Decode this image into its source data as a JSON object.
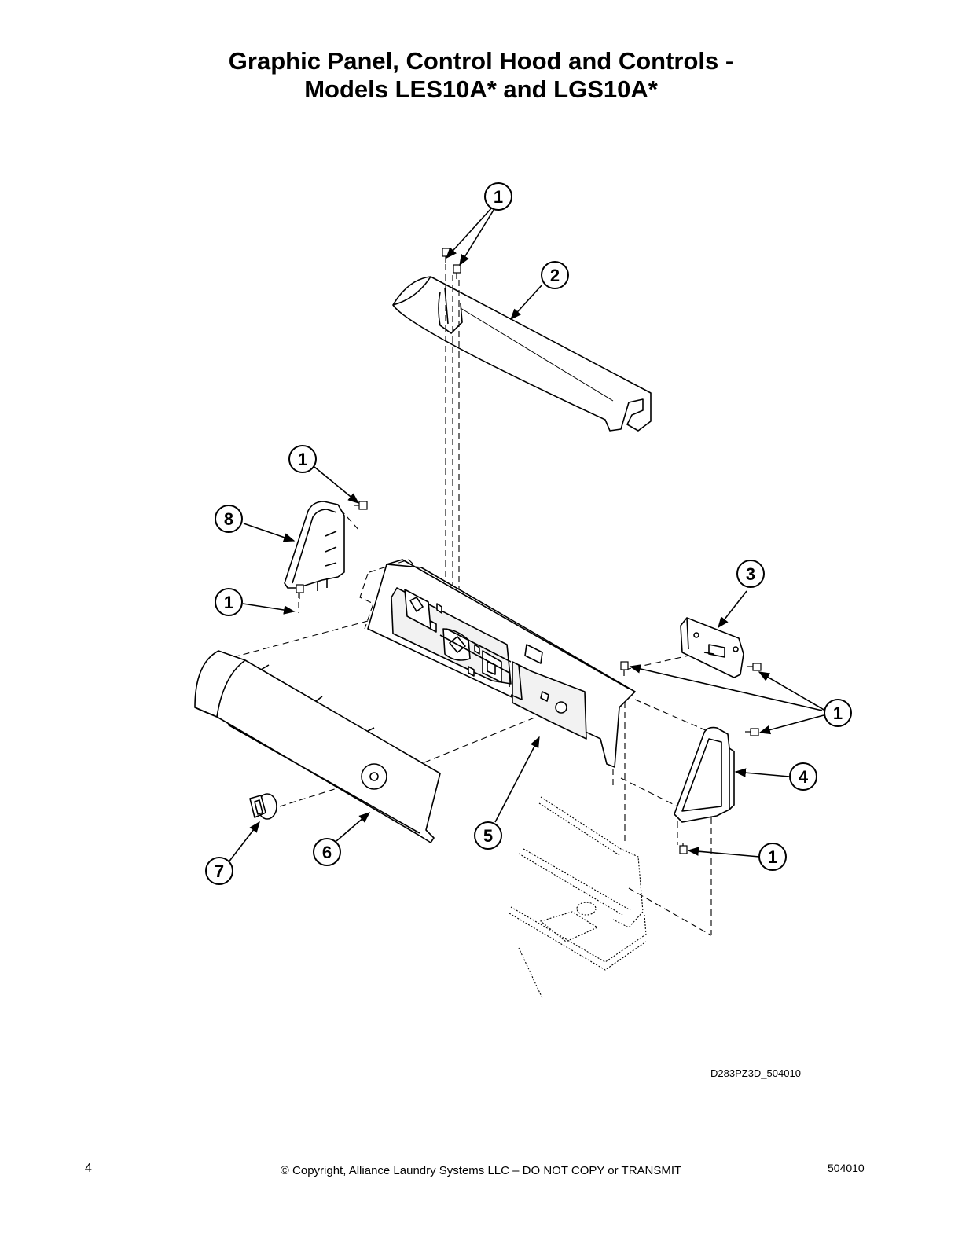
{
  "title": {
    "line1": "Graphic Panel, Control Hood and Controls -",
    "line2": "Models LES10A* and LGS10A*"
  },
  "callouts": {
    "screw_top": "1",
    "control_hood": "2",
    "screw_left_upper": "1",
    "end_cap_left": "8",
    "screw_left_lower": "1",
    "timer_bracket": "3",
    "screw_right_group": "1",
    "end_cap_right": "4",
    "screw_right_lower": "1",
    "control_panel": "5",
    "graphic_panel": "6",
    "knob": "7"
  },
  "drawing_id": "D283PZ3D_504010",
  "footer": {
    "page_number": "4",
    "copyright": "© Copyright, Alliance Laundry Systems LLC – DO NOT COPY or TRANSMIT",
    "doc_number": "504010"
  }
}
